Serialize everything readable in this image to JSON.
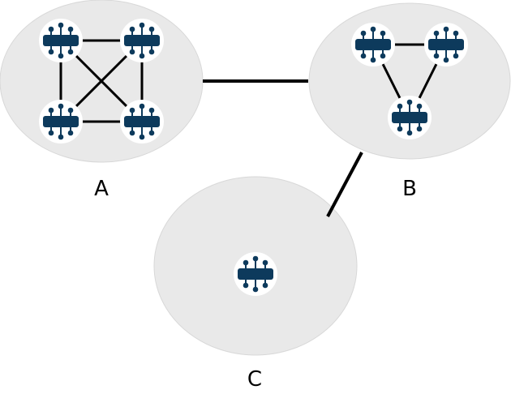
{
  "clusters": [
    {
      "label": "A",
      "nodes": 4,
      "topology": "full-mesh"
    },
    {
      "label": "B",
      "nodes": 3,
      "topology": "ring"
    },
    {
      "label": "C",
      "nodes": 1,
      "topology": "single"
    }
  ],
  "inter_cluster_links": [
    [
      "A",
      "B"
    ],
    [
      "B",
      "C"
    ]
  ],
  "icon": "network-node-chip-icon",
  "colors": {
    "cluster_fill": "#e9e9e9",
    "node_bg": "#ffffff",
    "icon": "#0d3a5c",
    "link": "#000000"
  }
}
